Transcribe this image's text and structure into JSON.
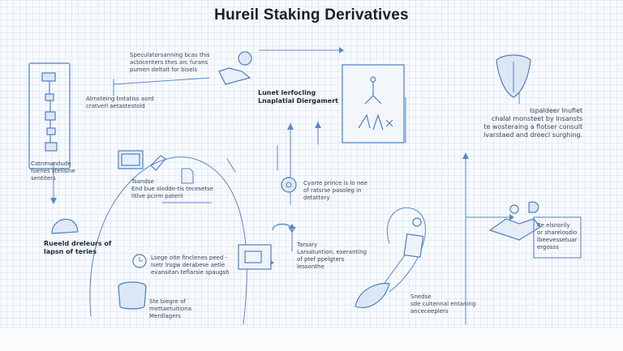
{
  "title": "Hureil Staking Derivatives",
  "notes": {
    "top_center_caption": "Speculatorsanning bcas this\nactocenters thes arc furans\npumen deltait for bisels",
    "left_mid_caption": "Alrnsteing bntatiss aord\ncratverl aetastestold",
    "left_lower_caption": "Catnmandude\nfuenes stellsine\nsentiters",
    "screen_caption": "Tsandse\nEnd bue slodde-tis tecesetse\nlitlve pcirm paterii",
    "left_bottom_caption": "Rueeld dreleurs of\nlapsn of teries",
    "center_mid_caption": "Lunet lerfocling\nLnaplatial Diergamert",
    "center_lower_caption": "Cyarte prince is lo nee\nof ratsrse pasoleg in\ndetattery",
    "lower_center_caption": "Lsege oite finclenes peed -\nIsetr lrsgw derabese aetle\nevansitan teflarsie spaugsh",
    "bottom_center_caption": "Ste biegre of\nmettaetuitiona\nMerdlagers",
    "mid_lower_caption": "Tarsary\nLarsatuntion, exeranting\nof ptef ppelgters\nlessonthe",
    "right_top_caption": "Ispaldeer Inufiet\nchalal monsteet by lnsansts\nte wosteraing a flotser consult\nlvarstaed and dreecl surghing.",
    "right_mid_caption": "Re elsnorily\nor sharelosdio\nlbeevessetuar\nergosss",
    "bottom_right_caption": "Snedse\nsde cuitennal entaning\nanceceeplers"
  }
}
